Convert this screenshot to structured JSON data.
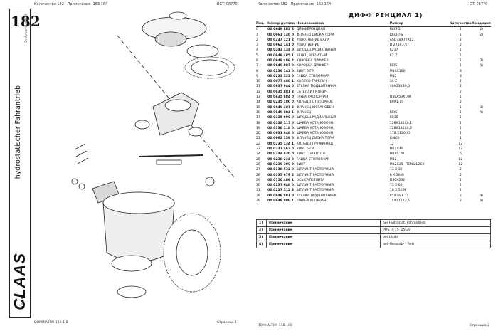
{
  "left": {
    "header": {
      "qty_label": "Количество 182",
      "note_label": "Примечание",
      "note_value": "163 164",
      "code": "BGT: 08770"
    },
    "page_number": "182",
    "section_title": "hydrostatischer Fahrantrieb",
    "side_code": "Drehmoment 108",
    "brand": "CLAAS",
    "drawing_id": "106776",
    "footer_left": "DOMINATOR 118-1  8",
    "footer_right": "Страница 1"
  },
  "right": {
    "header": {
      "qty_label": "Количество 182",
      "note_label": "Примечание",
      "note_value": "163 164",
      "code": "GT: 08770"
    },
    "title": "ДИФФ  РЕНЦИАЛ 1)",
    "columns": {
      "pos": "Поз.",
      "part": "Номер детали",
      "name": "Наименование",
      "size": "Размер",
      "qty": "Количество",
      "cond": "Кондиция"
    },
    "rows": [
      {
        "pos": "0",
        "part": "00 0649 883 3",
        "name": "ДИФФЕРЕНЦИАЛ",
        "size": "REIS           5",
        "qty": "1",
        "cond": "2)"
      },
      {
        "pos": "1",
        "part": "00 0663 140 0",
        "name": "ФЛАНЕЦ ДИСКА ТОРМ",
        "size": "RECHTS",
        "qty": "1",
        "cond": "2)"
      },
      {
        "pos": "2",
        "part": "00 0237 121 2",
        "name": "УПЛОТНЕНИЕ ВАЛА",
        "size": "ASL 48X72X12",
        "qty": "2",
        "cond": ""
      },
      {
        "pos": "3",
        "part": "00 0662 141 0",
        "name": "УПЛОТНЕНИЕ",
        "size": "D 278X3,5",
        "qty": "2",
        "cond": ""
      },
      {
        "pos": "4",
        "part": "00 0343 134 0",
        "name": "ШПОДШ.РАДИАЛЬНЫЙ",
        "size": "6217",
        "qty": "1",
        "cond": ""
      },
      {
        "pos": "5",
        "part": "00 0649 485 1",
        "name": "ВЕНЕЦ ЗУБЧАТЫЙ",
        "size": "62 Z",
        "qty": "1",
        "cond": ""
      },
      {
        "pos": "6",
        "part": "00 0649 486 4",
        "name": "КОРОБКА ДИФФЕР",
        "size": "",
        "qty": "1",
        "cond": "3)"
      },
      {
        "pos": "7",
        "part": "00 0649 887 0",
        "name": "КОРОБКА ДИФФЕР",
        "size": "REIS",
        "qty": "1",
        "cond": "4)"
      },
      {
        "pos": "8",
        "part": "00 0239 143 0",
        "name": "ВИНТ 6-ГР.",
        "size": "M10X100",
        "qty": "8",
        "cond": ""
      },
      {
        "pos": "9",
        "part": "00 0233 323 0",
        "name": "ГАЙКА СТОПОРНАЯ",
        "size": "M12",
        "qty": "8",
        "cond": ""
      },
      {
        "pos": "10",
        "part": "00 0677 480 1",
        "name": "КОЛЕСО ТАРЕЛЬЧ.",
        "size": "30 Z",
        "qty": "2",
        "cond": ""
      },
      {
        "pos": "11",
        "part": "00 0637 944 0",
        "name": "ВТУЛКА ПОДШИПНИКА",
        "size": "30X53X30,5",
        "qty": "2",
        "cond": ""
      },
      {
        "pos": "12",
        "part": "00 0635 881 3",
        "name": "САТЕЛЛИТ КОНИЧ.",
        "size": "",
        "qty": "2",
        "cond": ""
      },
      {
        "pos": "13",
        "part": "00 0635 884 0",
        "name": "ТРУБА РАСПОРНАЯ",
        "size": "D58X53X100",
        "qty": "1",
        "cond": ""
      },
      {
        "pos": "14",
        "part": "00 0235 180 0",
        "name": "КОЛЬЦО СТОПОРНОЕ",
        "size": "60X1,75",
        "qty": "2",
        "cond": ""
      },
      {
        "pos": "15",
        "part": "00 0649 487 3",
        "name": "ФЛАНЕЦ ЮСТАНОВЕЧ",
        "size": "",
        "qty": "1",
        "cond": "3)"
      },
      {
        "pos": "16",
        "part": "00 0649 884 1",
        "name": "ФЛАНЕЦ",
        "size": "REIS",
        "qty": "1",
        "cond": "4)"
      },
      {
        "pos": "17",
        "part": "00 0335 906 0",
        "name": "ШПОДШ.РАДИАЛЬНЫЙ",
        "size": "6016",
        "qty": "1",
        "cond": ""
      },
      {
        "pos": "18",
        "part": "00 0338 117 0",
        "name": "ШАЙБА УСТАНОВОЧН.",
        "size": "128X140X0,1",
        "qty": "1",
        "cond": ""
      },
      {
        "pos": "19",
        "part": "00 0338 118 0",
        "name": "ШАЙБА УСТАНОВОЧН.",
        "size": "128X140X0,2",
        "qty": "1",
        "cond": ""
      },
      {
        "pos": "20",
        "part": "00 0631 948 0",
        "name": "ШАЙБА УСТАНОВОЧН.",
        "size": "178 X120 X1",
        "qty": "1",
        "cond": ""
      },
      {
        "pos": "21",
        "part": "00 0663 139 0",
        "name": "ФЛАНЕЦ ДИСКА ТОРМ",
        "size": "LINKS",
        "qty": "1",
        "cond": ""
      },
      {
        "pos": "22",
        "part": "00 0235 134 1",
        "name": "КОЛЬЦО ПРУЖИНЯЩ",
        "size": "12",
        "qty": "12",
        "cond": ""
      },
      {
        "pos": "23",
        "part": "00 0237 462 0",
        "name": "ВИНТ 6-ГР.",
        "size": "M12X40",
        "qty": "12",
        "cond": ""
      },
      {
        "pos": "24",
        "part": "00 0244 830 0",
        "name": "ВИНТ С ШАЙТОЛ",
        "size": "M10X 20",
        "qty": "6",
        "cond": ""
      },
      {
        "pos": "25",
        "part": "00 0238 234 0",
        "name": "ГАЙКА СТОПОРНАЯ",
        "size": "M12",
        "qty": "12",
        "cond": ""
      },
      {
        "pos": "26",
        "part": "00 0239 306 0",
        "name": "ВИНТ",
        "size": "M12X35 - TENSILOCK",
        "qty": "12",
        "cond": ""
      },
      {
        "pos": "27",
        "part": "00 0238 532 0",
        "name": "ШПЛИНТ РАСТОРНЫЙ",
        "size": "13 X 30",
        "qty": "2",
        "cond": ""
      },
      {
        "pos": "28",
        "part": "00 0235 679 2",
        "name": "ШПЛИНТ РАСТОРНЫЙ",
        "size": "6 X 36-N",
        "qty": "2",
        "cond": ""
      },
      {
        "pos": "29",
        "part": "00 0750 486 1",
        "name": "ОСЬ САТЕЛЛИТА",
        "size": "D30X232",
        "qty": "1",
        "cond": ""
      },
      {
        "pos": "30",
        "part": "00 0237 648 0",
        "name": "ШПЛИНТ РАСТОРНЫЙ",
        "size": "13 X 60",
        "qty": "1",
        "cond": ""
      },
      {
        "pos": "31",
        "part": "00 0237 512 3",
        "name": "ШПЛИНТ РАСТОРНЫЙ",
        "size": "10 X 50 N",
        "qty": "1",
        "cond": ""
      },
      {
        "pos": "28",
        "part": "00 0649 891 0",
        "name": "ВТУЛКА ПОДШИПНИКА",
        "size": "65X 68X 15",
        "qty": "2",
        "cond": "4)"
      },
      {
        "pos": "29",
        "part": "00 0649 890 1",
        "name": "ШАЙБА УПОРНАЯ",
        "size": "75X115X2,5",
        "qty": "2",
        "cond": "4)"
      }
    ],
    "notes": [
      {
        "num": "1)",
        "label": "Примечание",
        "text": "bei Hydrostat. Fahrantrieb"
      },
      {
        "num": "2)",
        "label": "Примечание",
        "text": "POS. 4-15, 25-29"
      },
      {
        "num": "3)",
        "label": "Примечание",
        "text": "bei Ulsdn"
      },
      {
        "num": "4)",
        "label": "Примечание",
        "text": "bei -Reasotb- / Reis"
      }
    ],
    "footer_left": "DOMINATOR 118-108",
    "footer_right": "Страница 2"
  }
}
